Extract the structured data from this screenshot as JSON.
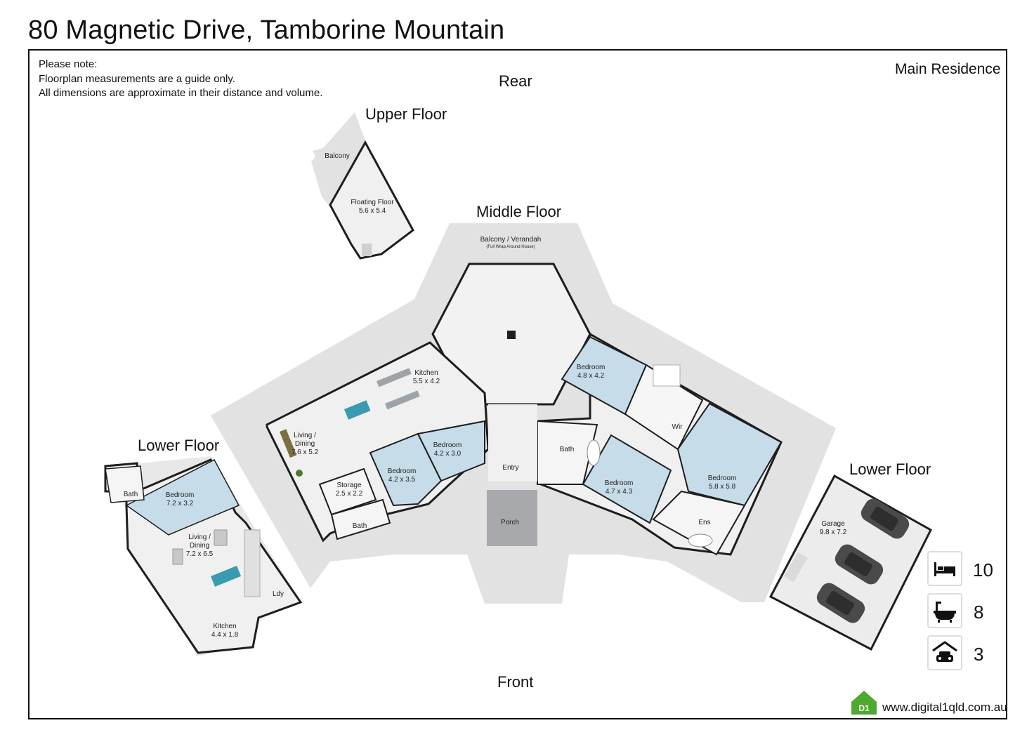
{
  "title": "80 Magnetic Drive, Tamborine Mountain",
  "notes": {
    "line1": "Please note:",
    "line2": "Floorplan measurements are a guide only.",
    "line3": "All dimensions are approximate in their distance and volume."
  },
  "headers": {
    "main_residence": "Main Residence",
    "rear": "Rear",
    "front": "Front",
    "upper_floor": "Upper Floor",
    "middle_floor": "Middle Floor",
    "lower_floor_left": "Lower Floor",
    "lower_floor_right": "Lower Floor"
  },
  "rooms": {
    "balcony_upper": "Balcony",
    "floating_floor": {
      "name": "Floating Floor",
      "dims": "5.6 x 5.4"
    },
    "balcony_verandah": {
      "name": "Balcony / Verandah",
      "sub": "(Full Wrap Around House)"
    },
    "kitchen_mid": {
      "name": "Kitchen",
      "dims": "5.5 x 4.2"
    },
    "living_dining_mid": {
      "name1": "Living /",
      "name2": "Dining",
      "dims": "7.6 x 5.2"
    },
    "bedroom_mid_a": {
      "name": "Bedroom",
      "dims": "4.2 x 3.5"
    },
    "bedroom_mid_b": {
      "name": "Bedroom",
      "dims": "4.2 x 3.0"
    },
    "storage": {
      "name": "Storage",
      "dims": "2.5 x 2.2"
    },
    "bath_mid_left": "Bath",
    "entry": "Entry",
    "porch": "Porch",
    "bedroom_mid_c": {
      "name": "Bedroom",
      "dims": "4.8 x 4.2"
    },
    "wir": "Wir",
    "bath_mid_right": "Bath",
    "bedroom_mid_d": {
      "name": "Bedroom",
      "dims": "4.7 x 4.3"
    },
    "bedroom_mid_e": {
      "name": "Bedroom",
      "dims": "5.8 x 5.8"
    },
    "ens": "Ens",
    "bath_lower": "Bath",
    "bedroom_lower": {
      "name": "Bedroom",
      "dims": "7.2 x 3.2"
    },
    "living_dining_lower": {
      "name1": "Living /",
      "name2": "Dining",
      "dims": "7.2 x 6.5"
    },
    "ldy": "Ldy",
    "kitchen_lower": {
      "name": "Kitchen",
      "dims": "4.4 x 1.8"
    },
    "garage": {
      "name": "Garage",
      "dims": "9.8 x 7.2"
    }
  },
  "stats": {
    "bedrooms": "10",
    "bathrooms": "8",
    "car_spaces": "3"
  },
  "brand": {
    "logo_text": "D1",
    "website": "www.digital1qld.com.au"
  },
  "colors": {
    "outdoor": "#e2e2e2",
    "floor": "#efefef",
    "bedroom": "#c6dce8",
    "wall": "#1e1e1e",
    "porch": "#a7a9ad",
    "logo_green": "#4caa2e"
  }
}
